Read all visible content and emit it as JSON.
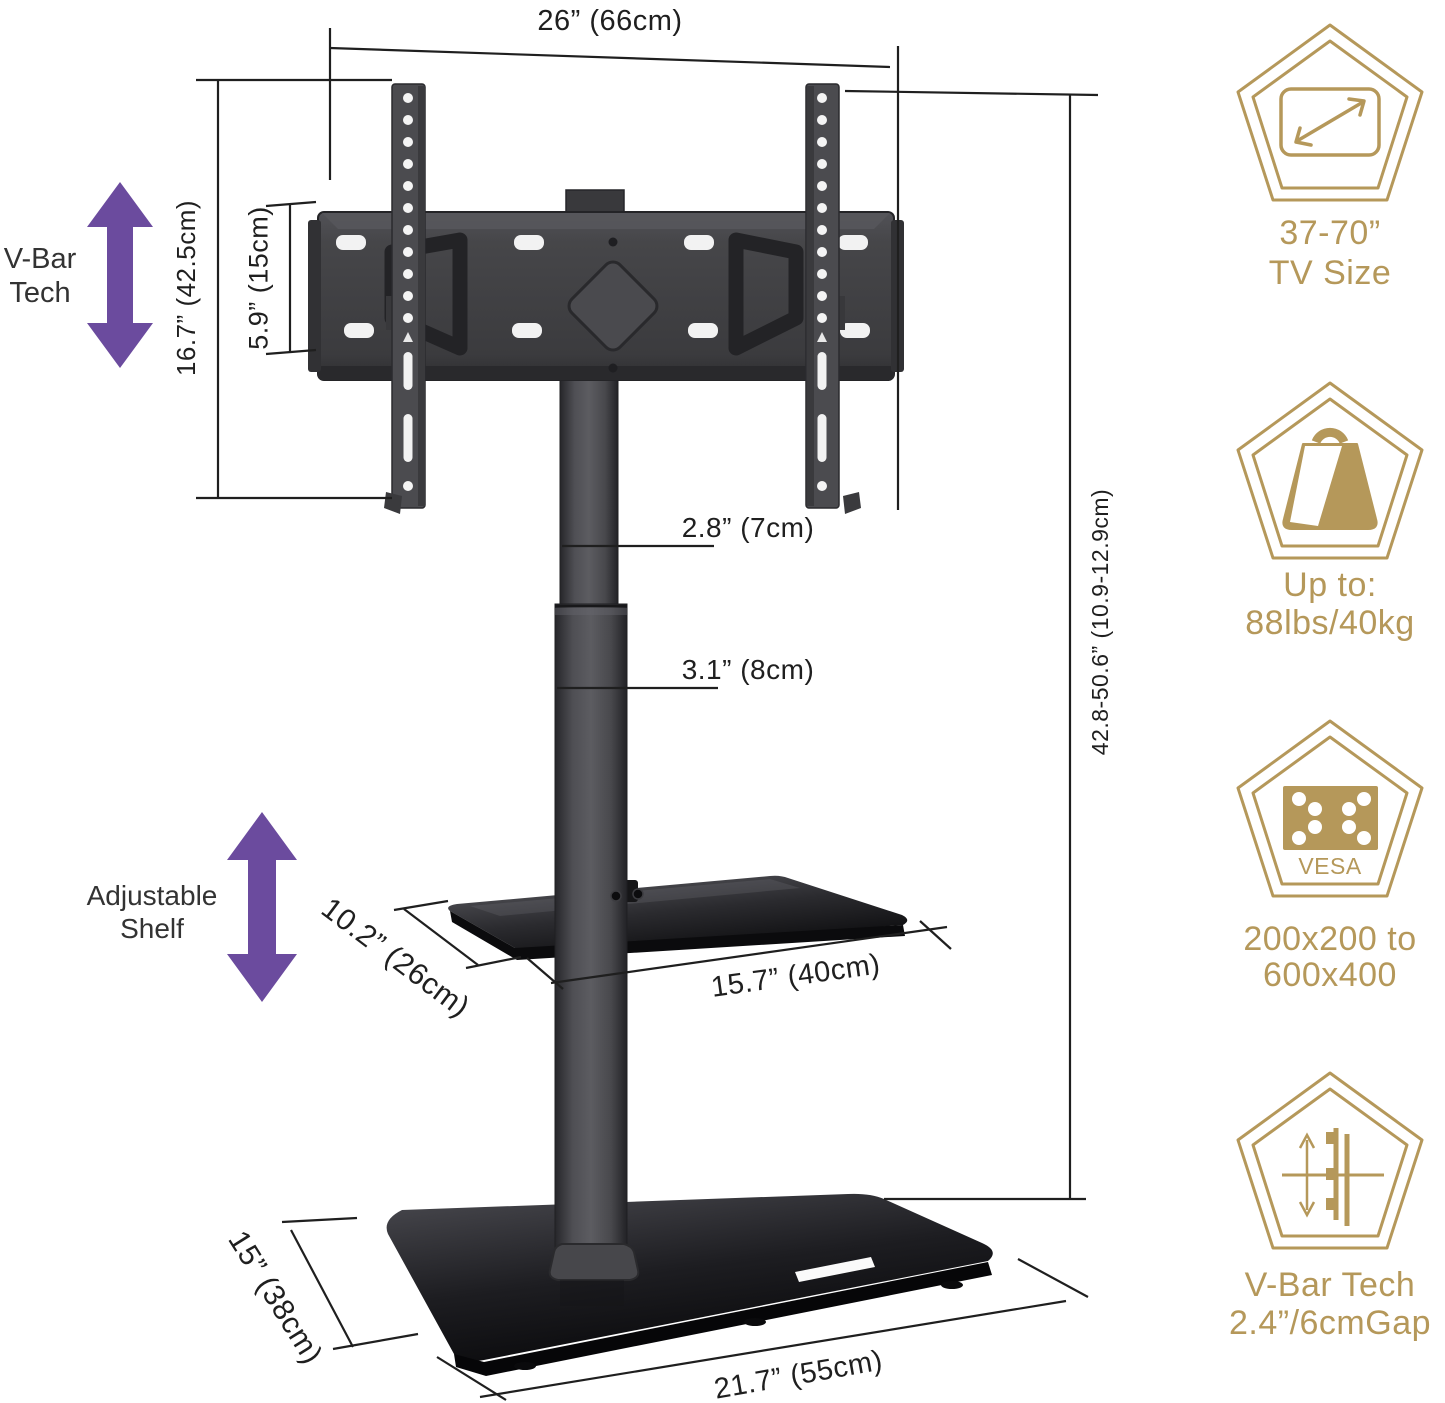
{
  "colors": {
    "gold": "#b5985a",
    "purple": "#6b4b9e",
    "line": "#1f1f1f"
  },
  "dimensions": {
    "top_width": "26” (66cm)",
    "mount_height": "16.7” (42.5cm)",
    "vesa_height": "5.9” (15cm)",
    "upper_pole_width": "2.8” (7cm)",
    "lower_pole_width": "3.1” (8cm)",
    "stand_height": "42.8-50.6” (10.9-12.9cm)",
    "shelf_depth": "10.2” (26cm)",
    "shelf_width": "15.7” (40cm)",
    "base_depth": "15” (38cm)",
    "base_width": "21.7” (55cm)"
  },
  "callouts": {
    "v_bar_tech": {
      "line1": "V-Bar",
      "line2": "Tech",
      "icon": "double-vertical-arrow-icon"
    },
    "adjustable_shelf": {
      "line1": "Adjustable",
      "line2": "Shelf",
      "icon": "double-vertical-arrow-icon"
    }
  },
  "features": [
    {
      "icon": "tv-diagonal-pentagon-icon",
      "line1": "37-70”",
      "line2": "TV Size"
    },
    {
      "icon": "weight-pentagon-icon",
      "line1": "Up to:",
      "line2": "88lbs/40kg"
    },
    {
      "icon": "vesa-pattern-pentagon-icon",
      "icon_label": "VESA",
      "line1": "200x200 to",
      "line2": "600x400"
    },
    {
      "icon": "v-bar-gap-pentagon-icon",
      "line1": "V-Bar Tech",
      "line2": "2.4”/6cmGap"
    }
  ]
}
